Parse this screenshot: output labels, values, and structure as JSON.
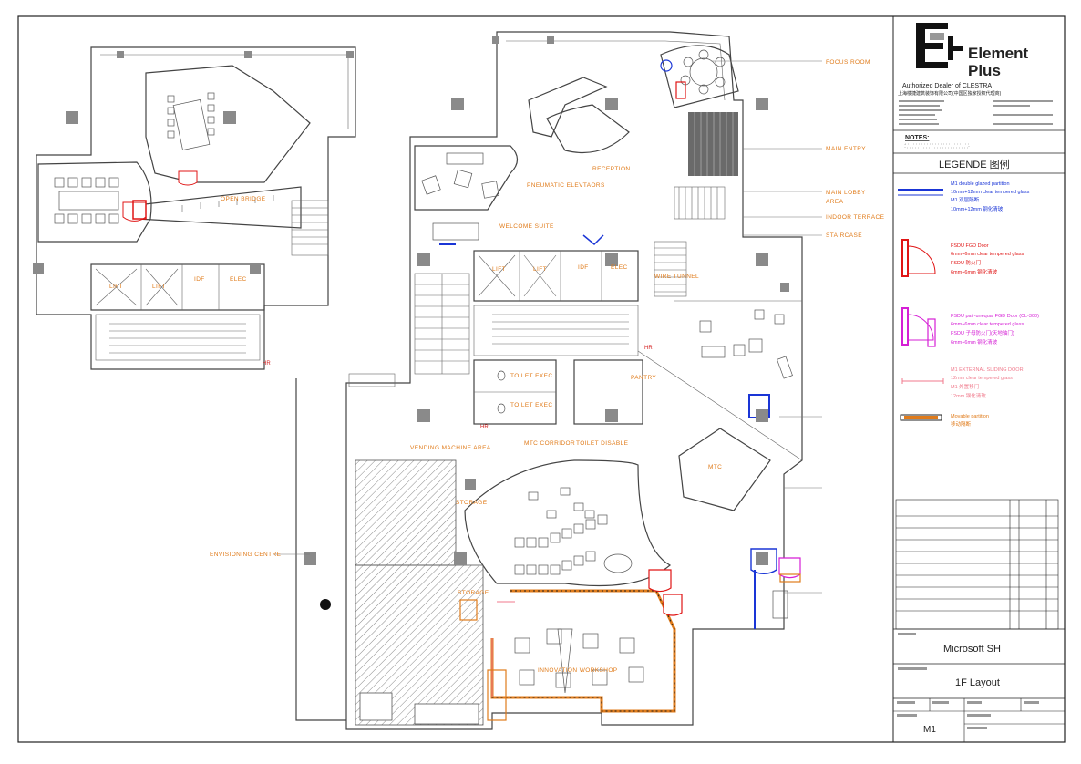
{
  "brand": {
    "name_line1": "Element",
    "name_line2": "Plus",
    "dealer": "Authorized Dealer of CLESTRA",
    "company_cn": "上海楼捷建筑装饰有限公司(中国区独家授权代理商)"
  },
  "notes_title": "NOTES:",
  "legend": {
    "title": "LEGENDE 图例",
    "items": [
      {
        "lines": [
          "M1 double glazed partition",
          "10mm+12mm clear tempered glass",
          "M1 双层隔断",
          "10mm+12mm 钢化清玻"
        ],
        "color": "#1a35d6"
      },
      {
        "lines": [
          "FSDU FGD Door",
          "6mm+6mm clear tempered glass",
          "FSDU 防火门",
          "6mm+6mm 钢化清玻"
        ],
        "color": "#e01515"
      },
      {
        "lines": [
          "FSDU pair-unequal FGD Door (CL-300)",
          "6mm+6mm clear tempered glass",
          "FSDU 子母防火门(天地轴门)",
          "6mm+6mm 钢化清玻"
        ],
        "color": "#d51fd5"
      },
      {
        "lines": [
          "M1 EXTERNAL SLIDING DOOR",
          "12mm clear tempered glass",
          "M1 外置移门",
          "12mm 钢化清玻"
        ],
        "color": "#f07a8c"
      },
      {
        "lines": [
          "Movable partition",
          "移动隔断"
        ],
        "color": "#e07b1a"
      }
    ]
  },
  "title_block": {
    "project_value": "Microsoft SH",
    "drawing_title_value": "1F Layout",
    "drawing_no_value": "M1"
  },
  "rooms": {
    "focus_room": "FOCUS ROOM",
    "main_entry": "MAIN ENTRY",
    "reception": "RECEPTION",
    "main_lobby": "MAIN LOBBY",
    "area": "AREA",
    "indoor_terrace": "INDOOR TERRACE",
    "staircase": "STAIRCASE",
    "pneumatic_elevators": "PNEUMATIC ELEVTAORS",
    "welcome_suite": "WELCOME SUITE",
    "open_bridge": "OPEN BRIDGE",
    "lift1": "LIFT",
    "lift2": "LIFT",
    "lift3": "LIFT",
    "lift4": "LIFT",
    "idf1": "IDF",
    "elec1": "ELEC",
    "idf2": "IDF",
    "elec2": "ELEC",
    "wire_tunnel": "WIRE TUNNEL",
    "toilet_exec1": "TOILET EXEC",
    "toilet_exec2": "TOILET EXEC",
    "pantry": "PANTRY",
    "vending": "VENDING MACHINE AREA",
    "mtc_corridor": "MTC CORRIDOR",
    "toilet_disable": "TOILET DISABLE",
    "mtc": "MTC",
    "storage1": "STORAGE",
    "storage2": "STORAGE",
    "envisioning": "ENVISIONING CENTRE",
    "innovation": "INNOVATION WORKSHOP",
    "hr1": "HR",
    "hr2": "HR",
    "hr3": "HR"
  }
}
